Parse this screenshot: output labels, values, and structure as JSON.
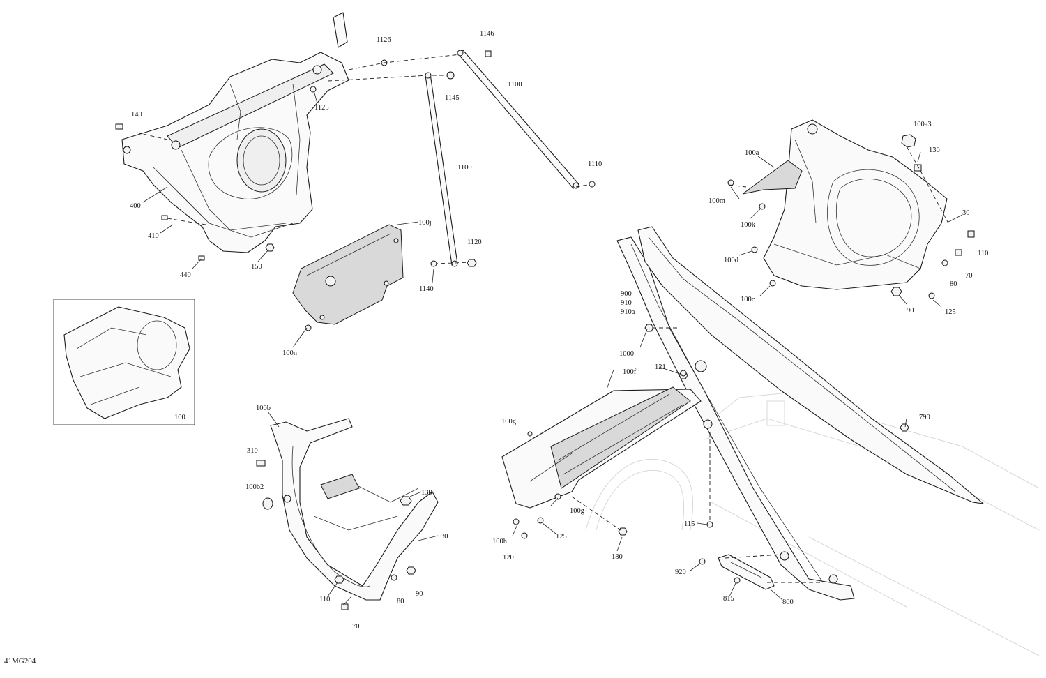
{
  "diagram_code": "41MG204",
  "callouts": {
    "c1126": "1126",
    "c1146": "1146",
    "c1100a": "1100",
    "c1145": "1145",
    "c1125": "1125",
    "c1100b": "1100",
    "c1110": "1110",
    "c140": "140",
    "c400": "400",
    "c410": "410",
    "c440": "440",
    "c150": "150",
    "c100j": "100j",
    "c1120": "1120",
    "c1140": "1140",
    "c100n": "100n",
    "c100": "100",
    "c100a3": "100a3",
    "c100a": "100a",
    "c130a": "130",
    "c100m": "100m",
    "c100k": "100k",
    "c30a": "30",
    "c110a": "110",
    "c100d": "100d",
    "c70a": "70",
    "c80a": "80",
    "c100c": "100c",
    "c90a": "90",
    "c125a": "125",
    "c900": "900",
    "c910": "910",
    "c910a": "910a",
    "c1000": "1000",
    "c121": "121",
    "c100f": "100f",
    "c790": "790",
    "c100g1": "100g",
    "c100g2": "100g",
    "c100h": "100h",
    "c125b": "125",
    "c120": "120",
    "c180": "180",
    "c115": "115",
    "c920": "920",
    "c815": "815",
    "c800": "800",
    "c100b": "100b",
    "c310": "310",
    "c100b2": "100b2",
    "c130b": "130",
    "c30b": "30",
    "c110b": "110",
    "c80b": "80",
    "c90b": "90",
    "c70b": "70"
  }
}
